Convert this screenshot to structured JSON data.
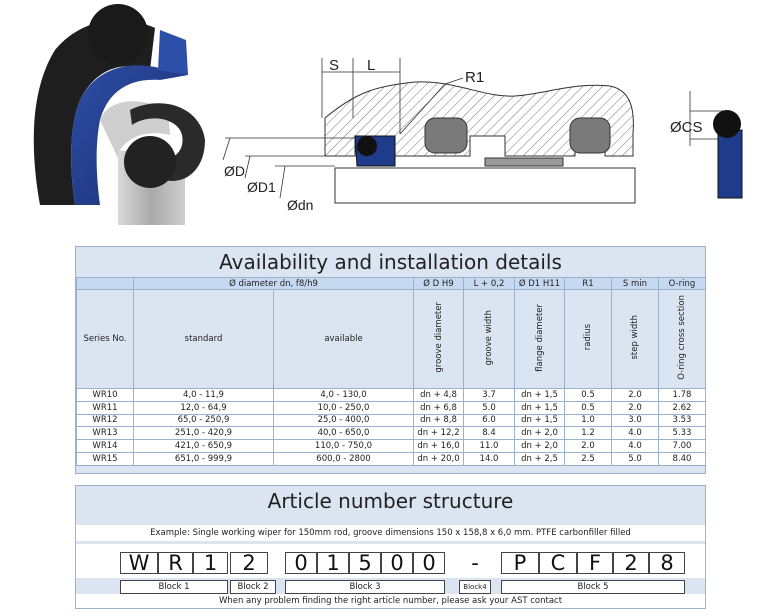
{
  "drawing": {
    "labels": {
      "s": "S",
      "l": "L",
      "r1": "R1",
      "d": "ØD",
      "d1": "ØD1",
      "dn": "Ødn",
      "cs": "ØCS"
    },
    "colors": {
      "seal_blue": "#1f3c8c",
      "oring_black": "#1a1a1a",
      "metal_grey": "#b5b5b5"
    }
  },
  "availability": {
    "title": "Availability and installation details",
    "header_top": {
      "diameter": "Ø diameter dn, f8/h9",
      "d_h9": "Ø D H9",
      "l_tol": "L + 0,2",
      "d1_h11": "Ø D1 H11",
      "r1": "R1",
      "s_min": "S min",
      "oring": "O-ring"
    },
    "header_sub": {
      "series": "Series No.",
      "standard": "standard",
      "available": "available",
      "groove_diameter": "groove diameter",
      "groove_width": "groove width",
      "flange_diameter": "flange diameter",
      "radius": "radius",
      "step_width": "step width",
      "oring_cs": "O-ring cross section"
    },
    "rows": [
      {
        "series": "WR10",
        "standard": "4,0 - 11,9",
        "available": "4,0 - 130,0",
        "d": "dn + 4,8",
        "l": "3.7",
        "d1": "dn + 1,5",
        "r1": "0.5",
        "s": "2.0",
        "cs": "1.78"
      },
      {
        "series": "WR11",
        "standard": "12,0 - 64,9",
        "available": "10,0 - 250,0",
        "d": "dn + 6,8",
        "l": "5.0",
        "d1": "dn + 1,5",
        "r1": "0.5",
        "s": "2.0",
        "cs": "2.62"
      },
      {
        "series": "WR12",
        "standard": "65,0 - 250,9",
        "available": "25,0 - 400,0",
        "d": "dn + 8,8",
        "l": "6.0",
        "d1": "dn + 1,5",
        "r1": "1.0",
        "s": "3.0",
        "cs": "3.53"
      },
      {
        "series": "WR13",
        "standard": "251,0 - 420,9",
        "available": "40,0 - 650,0",
        "d": "dn + 12,2",
        "l": "8.4",
        "d1": "dn + 2,0",
        "r1": "1.2",
        "s": "4.0",
        "cs": "5.33"
      },
      {
        "series": "WR14",
        "standard": "421,0 - 650,9",
        "available": "110,0 - 750,0",
        "d": "dn + 16,0",
        "l": "11.0",
        "d1": "dn + 2,0",
        "r1": "2.0",
        "s": "4.0",
        "cs": "7.00"
      },
      {
        "series": "WR15",
        "standard": "651,0 - 999,9",
        "available": "600,0 - 2800",
        "d": "dn + 20,0",
        "l": "14.0",
        "d1": "dn + 2,5",
        "r1": "2.5",
        "s": "5.0",
        "cs": "8.40"
      }
    ]
  },
  "article": {
    "title": "Article number structure",
    "example": "Example:  Single working wiper for 150mm rod, groove dimensions 150 x 158,8 x 6,0 mm. PTFE carbonfiller filled",
    "chars": [
      "W",
      "R",
      "1",
      "2",
      "0",
      "1",
      "5",
      "0",
      "0",
      "-",
      "P",
      "C",
      "F",
      "2",
      "8"
    ],
    "blocks": [
      "Block 1",
      "Block 2",
      "Block 3",
      "Block4",
      "Block 5"
    ],
    "footer": "When any problem finding the right article number, please ask your AST contact"
  }
}
